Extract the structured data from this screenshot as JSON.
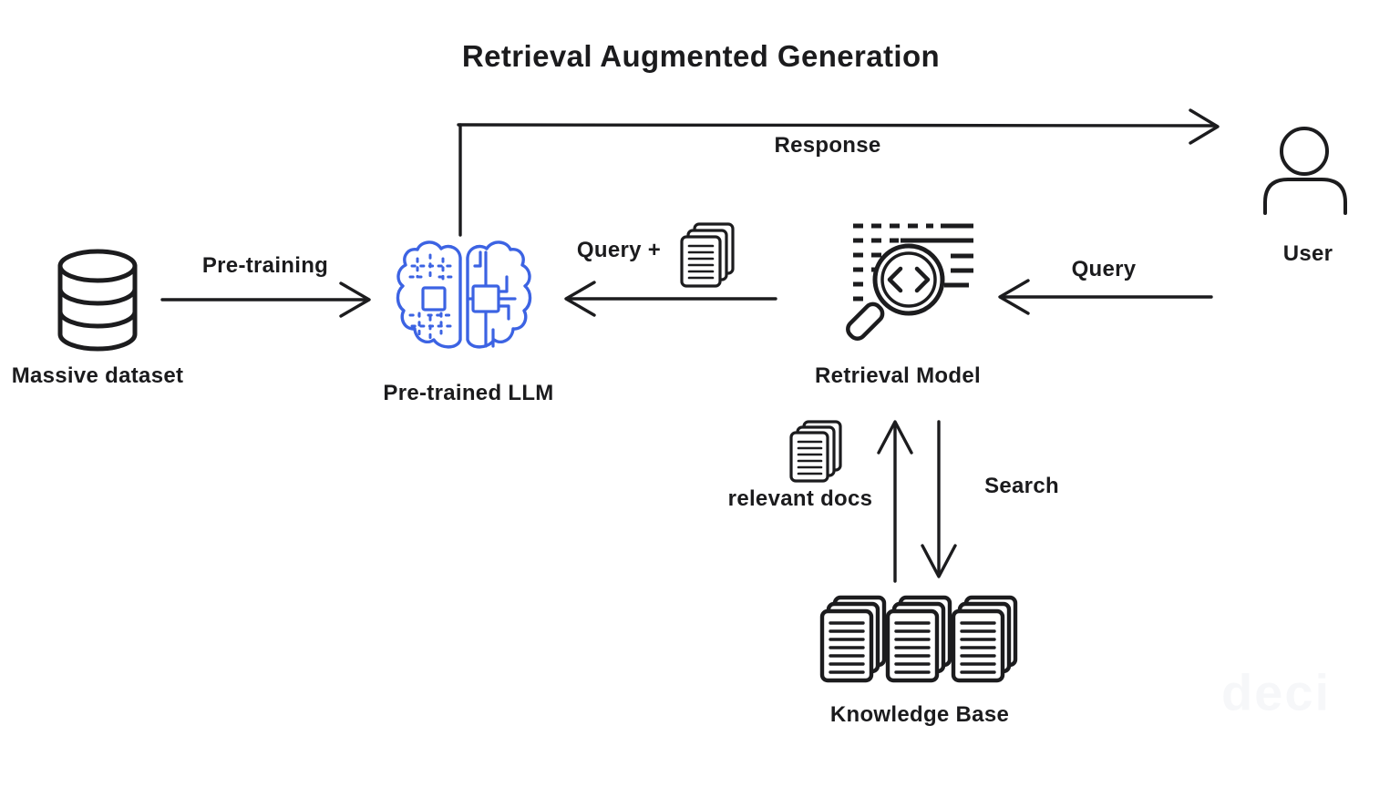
{
  "title": "Retrieval Augmented Generation",
  "colors": {
    "ink": "#1c1c1e",
    "brain_blue": "#3c63e3",
    "background": "#ffffff"
  },
  "nodes": {
    "massive_dataset": {
      "label": "Massive dataset",
      "icon": "database-icon"
    },
    "pre_trained_llm": {
      "label": "Pre-trained LLM",
      "icon": "brain-chip-icon"
    },
    "retrieval_model": {
      "label": "Retrieval Model",
      "icon": "magnifier-code-icon"
    },
    "user": {
      "label": "User",
      "icon": "person-icon"
    },
    "knowledge_base": {
      "label": "Knowledge Base",
      "icon": "document-stacks-icon"
    }
  },
  "edges": {
    "pre_training": {
      "label": "Pre-training",
      "from": "Massive dataset",
      "to": "Pre-trained LLM"
    },
    "response": {
      "label": "Response",
      "from": "Pre-trained LLM",
      "to": "User"
    },
    "query_plus_docs": {
      "label": "Query +",
      "from": "Retrieval Model",
      "to": "Pre-trained LLM",
      "icon": "documents-icon"
    },
    "query": {
      "label": "Query",
      "from": "User",
      "to": "Retrieval Model"
    },
    "search": {
      "label": "Search",
      "from": "Retrieval Model",
      "to": "Knowledge Base"
    },
    "relevant_docs": {
      "label": "relevant docs",
      "from": "Knowledge Base",
      "to": "Retrieval Model",
      "icon": "documents-icon"
    }
  },
  "watermark": "deci"
}
